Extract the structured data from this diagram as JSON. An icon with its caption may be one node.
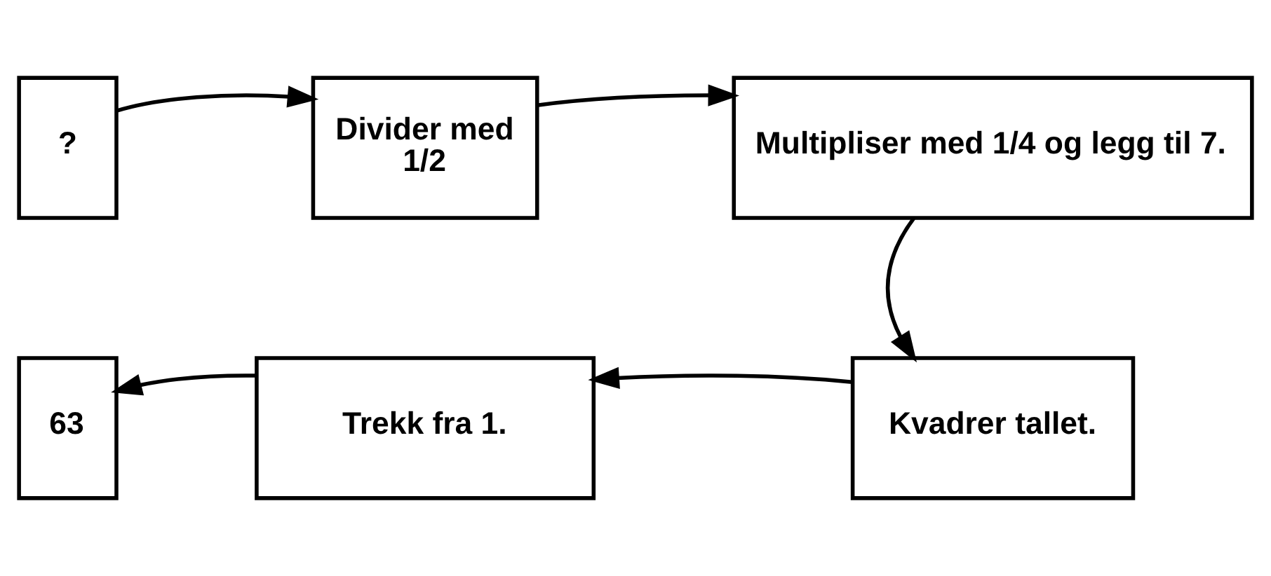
{
  "diagram": {
    "nodes": [
      {
        "text": [
          "?"
        ]
      },
      {
        "text": [
          "Divider med",
          "1/2"
        ]
      },
      {
        "text": [
          "Multipliser med 1/4 og legg til 7."
        ]
      },
      {
        "text": [
          "Kvadrer tallet."
        ]
      },
      {
        "text": [
          "Trekk fra 1."
        ]
      },
      {
        "text": [
          "63"
        ]
      }
    ],
    "edges": [
      {
        "from": 0,
        "to": 1,
        "arrow": "to"
      },
      {
        "from": 1,
        "to": 2,
        "arrow": "to"
      },
      {
        "from": 2,
        "to": 3,
        "arrow": "to"
      },
      {
        "from": 3,
        "to": 4,
        "arrow": "to"
      },
      {
        "from": 4,
        "to": 5,
        "arrow": "to"
      }
    ]
  }
}
